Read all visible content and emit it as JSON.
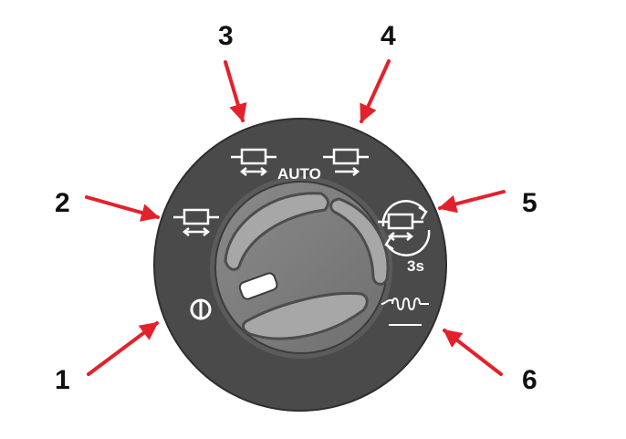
{
  "diagram": {
    "callouts": [
      {
        "id": "1",
        "label": "1"
      },
      {
        "id": "2",
        "label": "2"
      },
      {
        "id": "3",
        "label": "3"
      },
      {
        "id": "4",
        "label": "4"
      },
      {
        "id": "5",
        "label": "5"
      },
      {
        "id": "6",
        "label": "6"
      }
    ],
    "dial": {
      "auto_label": "AUTO",
      "timer_label": "3s"
    },
    "colors": {
      "arrow": "#E3212B",
      "dial_outer": "#4A4A4A",
      "dial_knob": "#808080",
      "knob_highlight": "#A7A7A7",
      "icon_white": "#FFFFFF",
      "text": "#111111"
    },
    "icons": [
      "off-icon",
      "recirculation-mode-icon",
      "auto-fresh-mode-icon",
      "fresh-air-mode-icon",
      "timed-recirculation-icon",
      "defrost-heater-icon"
    ]
  }
}
